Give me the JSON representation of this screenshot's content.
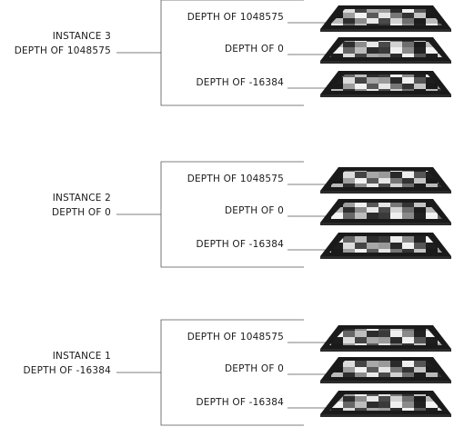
{
  "instances": [
    {
      "title": "INSTANCE 3",
      "depth_label": "DEPTH OF 1048575",
      "layers": [
        {
          "label": "DEPTH OF 1048575"
        },
        {
          "label": "DEPTH OF 0"
        },
        {
          "label": "DEPTH OF -16384"
        }
      ]
    },
    {
      "title": "INSTANCE 2",
      "depth_label": "DEPTH OF 0",
      "layers": [
        {
          "label": "DEPTH OF 1048575"
        },
        {
          "label": "DEPTH OF 0"
        },
        {
          "label": "DEPTH OF -16384"
        }
      ]
    },
    {
      "title": "INSTANCE 1",
      "depth_label": "DEPTH OF -16384",
      "layers": [
        {
          "label": "DEPTH OF 1048575"
        },
        {
          "label": "DEPTH OF 0"
        },
        {
          "label": "DEPTH OF -16384"
        }
      ]
    }
  ],
  "colors": {
    "line": "#555555",
    "frame": "#1a1a1a",
    "text": "#1a1a1a"
  }
}
